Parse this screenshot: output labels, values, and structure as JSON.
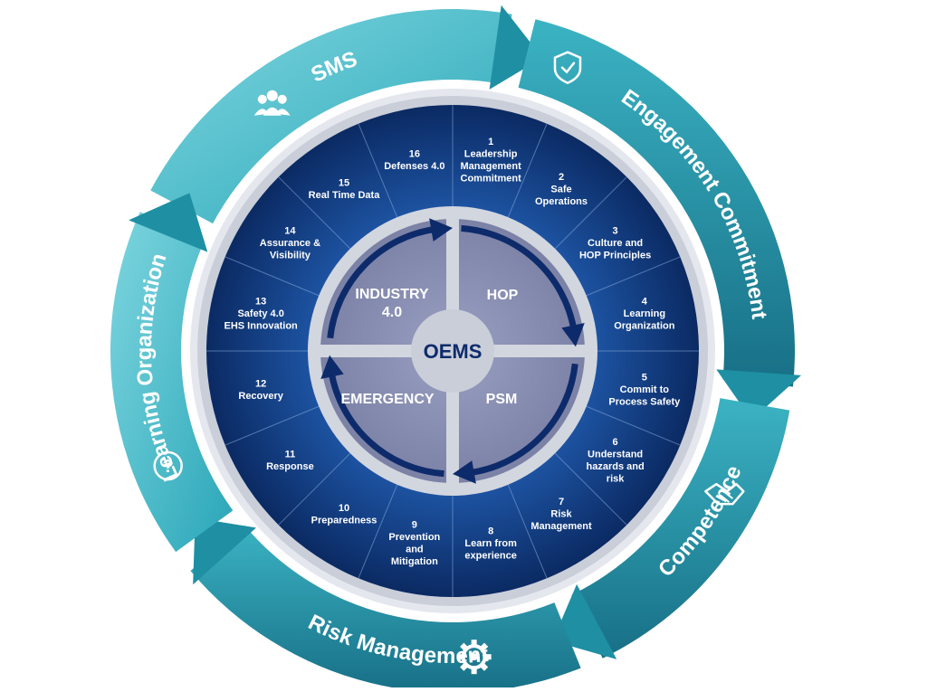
{
  "outer_ring": [
    {
      "label": "SMS",
      "icon": "people-group-icon"
    },
    {
      "label": "Engagement Commitment",
      "icon": "shield-check-icon"
    },
    {
      "label": "Competence",
      "icon": "handshake-icon"
    },
    {
      "label": "Risk Management",
      "icon": "gear-icon"
    },
    {
      "label": "Learning Organization",
      "icon": "question-circle-icon"
    }
  ],
  "segments": [
    {
      "num": "1",
      "lines": [
        "Leadership",
        "Management",
        "Commitment"
      ]
    },
    {
      "num": "2",
      "lines": [
        "Safe",
        "Operations"
      ]
    },
    {
      "num": "3",
      "lines": [
        "Culture and",
        "HOP Principles"
      ]
    },
    {
      "num": "4",
      "lines": [
        "Learning",
        "Organization"
      ]
    },
    {
      "num": "5",
      "lines": [
        "Commit to",
        "Process Safety"
      ]
    },
    {
      "num": "6",
      "lines": [
        "Understand",
        "hazards and",
        "risk"
      ]
    },
    {
      "num": "7",
      "lines": [
        "Risk",
        "Management"
      ]
    },
    {
      "num": "8",
      "lines": [
        "Learn from",
        "experience"
      ]
    },
    {
      "num": "9",
      "lines": [
        "Prevention",
        "and",
        "Mitigation"
      ]
    },
    {
      "num": "10",
      "lines": [
        "Preparedness"
      ]
    },
    {
      "num": "11",
      "lines": [
        "Response"
      ]
    },
    {
      "num": "12",
      "lines": [
        "Recovery"
      ]
    },
    {
      "num": "13",
      "lines": [
        "Safety 4.0",
        "EHS Innovation"
      ]
    },
    {
      "num": "14",
      "lines": [
        "Assurance &",
        "Visibility"
      ]
    },
    {
      "num": "15",
      "lines": [
        "Real Time Data"
      ]
    },
    {
      "num": "16",
      "lines": [
        "Defenses 4.0"
      ]
    }
  ],
  "quadrants": {
    "top_left": [
      "INDUSTRY",
      "4.0"
    ],
    "top_right": [
      "HOP"
    ],
    "bottom_left": [
      "EMERGENCY"
    ],
    "bottom_right": [
      "PSM"
    ]
  },
  "center": "OEMS",
  "colors": {
    "outer_light": "#5cc6d2",
    "outer_dark": "#1f8fa3",
    "ring_navy_dark": "#0b2a63",
    "ring_navy_light": "#1e56a6",
    "inner_quadrant": "#8a8fb0",
    "inner_ring": "#c9ced8",
    "arrow": "#0d2b6b"
  }
}
